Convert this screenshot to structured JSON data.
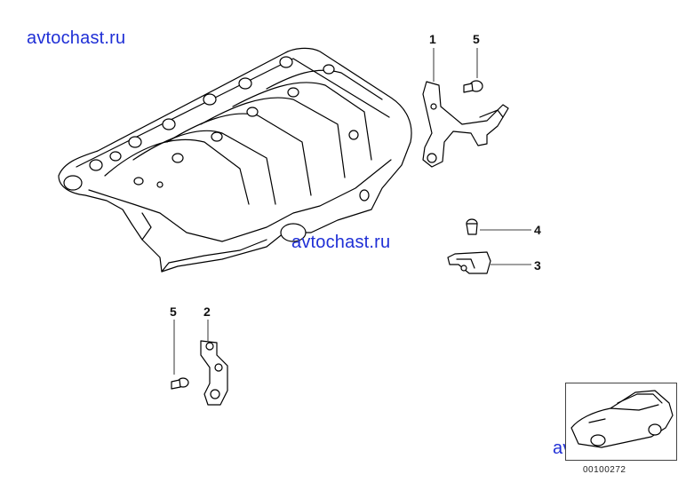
{
  "watermark": {
    "text": "avtochast.ru",
    "color": "#1f2fd6"
  },
  "callouts": {
    "c1": "1",
    "c2": "2",
    "c3": "3",
    "c4": "4",
    "c5a": "5",
    "c5b": "5"
  },
  "diagram_ref": "00100272"
}
